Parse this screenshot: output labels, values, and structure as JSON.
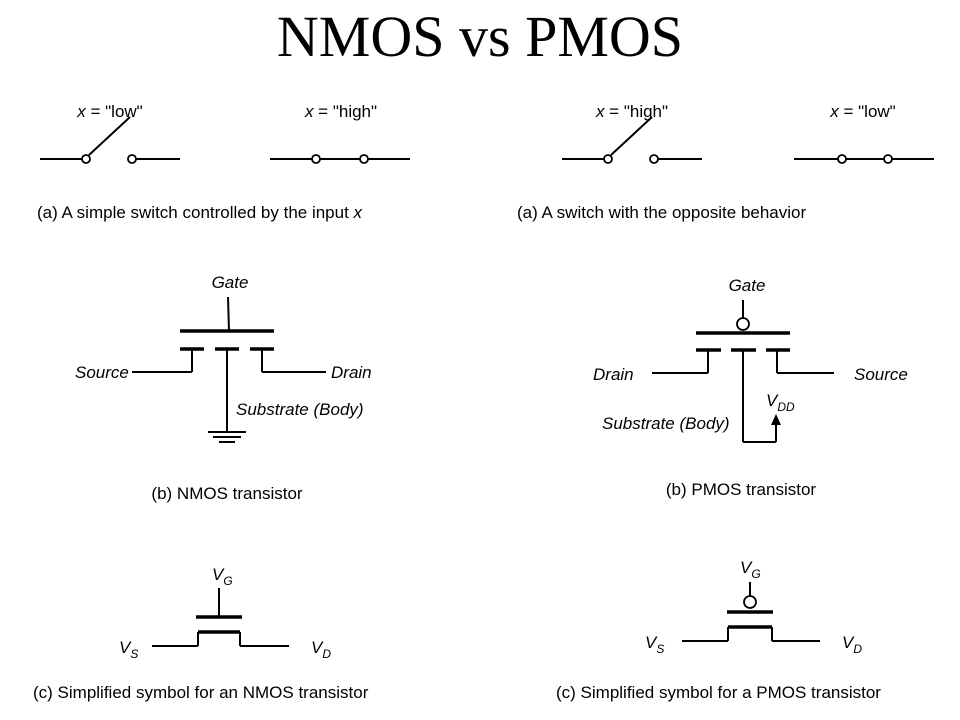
{
  "title": "NMOS vs PMOS",
  "switches": {
    "nmos_open_label": {
      "var": "x",
      "rest": " = \"low\""
    },
    "nmos_closed_label": {
      "var": "x",
      "rest": " = \"high\""
    },
    "nmos_caption": {
      "main": "(a) A simple switch controlled by the input ",
      "var": "x"
    },
    "pmos_open_label": {
      "var": "x",
      "rest": " = \"high\""
    },
    "pmos_closed_label": {
      "var": "x",
      "rest": " = \"low\""
    },
    "pmos_caption": "(a) A switch with the opposite behavior"
  },
  "nmos": {
    "gate": "Gate",
    "source": "Source",
    "drain": "Drain",
    "substrate": "Substrate (Body)",
    "caption": "(b) NMOS transistor"
  },
  "pmos": {
    "gate": "Gate",
    "drain": "Drain",
    "source": "Source",
    "vdd_main": "V",
    "vdd_sub": "DD",
    "substrate": "Substrate (Body)",
    "caption": "(b) PMOS transistor"
  },
  "nmos_simple": {
    "vg_main": "V",
    "vg_sub": "G",
    "vs_main": "V",
    "vs_sub": "S",
    "vd_main": "V",
    "vd_sub": "D",
    "caption": "(c) Simplified symbol for an NMOS transistor"
  },
  "pmos_simple": {
    "vg_main": "V",
    "vg_sub": "G",
    "vs_main": "V",
    "vs_sub": "S",
    "vd_main": "V",
    "vd_sub": "D",
    "caption": "(c) Simplified symbol for a PMOS transistor"
  }
}
